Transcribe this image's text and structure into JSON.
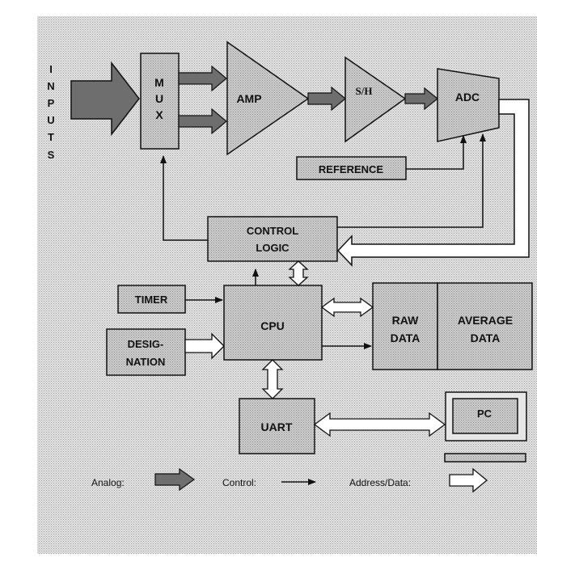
{
  "labels": {
    "inputs": [
      "I",
      "N",
      "P",
      "U",
      "T",
      "S"
    ],
    "mux": [
      "M",
      "U",
      "X"
    ],
    "amp": "AMP",
    "sh": "S/H",
    "adc": "ADC",
    "reference": "REFERENCE",
    "control_logic": [
      "CONTROL",
      "LOGIC"
    ],
    "timer": "TIMER",
    "designation": [
      "DESIG-",
      "NATION"
    ],
    "cpu": "CPU",
    "raw_data": [
      "RAW",
      "DATA"
    ],
    "average_data": [
      "AVERAGE",
      "DATA"
    ],
    "uart": "UART",
    "pc": "PC"
  },
  "legend": {
    "analog": "Analog:",
    "control": "Control:",
    "address_data": "Address/Data:"
  },
  "colors": {
    "background_dots": "#9a9a9a",
    "block_fill": "#c8c8c8",
    "analog_arrow_fill": "#6e6e6e",
    "line": "#111111"
  }
}
